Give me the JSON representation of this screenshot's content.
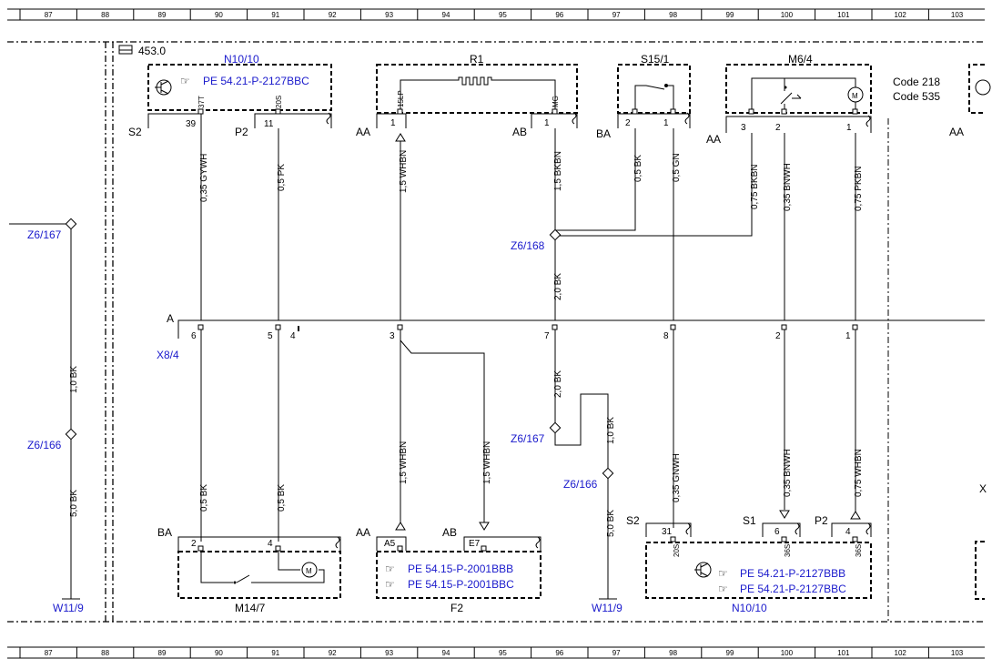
{
  "ruler": [
    "87",
    "88",
    "89",
    "90",
    "91",
    "92",
    "93",
    "94",
    "95",
    "96",
    "97",
    "98",
    "99",
    "100",
    "101",
    "102",
    "103"
  ],
  "sheet_ref": "453.0",
  "codes": [
    "Code 218",
    "Code 535"
  ],
  "refs": {
    "z6_167_left": "Z6/167",
    "z6_166_left": "Z6/166",
    "w11_9_left": "W11/9",
    "x8_4": "X8/4",
    "z6_168": "Z6/168",
    "z6_167_mid": "Z6/167",
    "z6_166_mid": "Z6/166",
    "w11_9_mid": "W11/9"
  },
  "components": {
    "n10_top": {
      "name": "N10/10",
      "link": "PE 54.21-P-2127BBC",
      "conn_s2": "S2",
      "conn_p2": "P2",
      "pin39": "39",
      "pin11": "11",
      "sig1": "37T",
      "sig2": "20S"
    },
    "r1": {
      "name": "R1",
      "conn_aa": "AA",
      "conn_ab": "AB",
      "pin1a": "1",
      "pin1b": "1",
      "sig1": "15LP",
      "sig2": "MG"
    },
    "s15": {
      "name": "S15/1",
      "conn": "BA",
      "pin2": "2",
      "pin1": "1"
    },
    "m6": {
      "name": "M6/4",
      "conn": "AA",
      "pin3": "3",
      "pin2": "2",
      "pin1": "1",
      "motor": "M"
    },
    "x8": {
      "conn_a": "A",
      "pins": [
        "6",
        "5",
        "4",
        "3",
        "7",
        "8",
        "2",
        "1"
      ]
    },
    "m14": {
      "name": "M14/7",
      "conn": "BA",
      "pin2": "2",
      "pin4": "4",
      "motor": "M"
    },
    "f2": {
      "name": "F2",
      "conn_aa": "AA",
      "conn_ab": "AB",
      "pin_a5": "A5",
      "pin_e7": "E7",
      "link1": "PE 54.15-P-2001BBB",
      "link2": "PE 54.15-P-2001BBC"
    },
    "n10_bot": {
      "name": "N10/10",
      "conn_s2": "S2",
      "conn_s1": "S1",
      "conn_p2": "P2",
      "pin31": "31",
      "pin6": "6",
      "pin4": "4",
      "sig1": "20S",
      "sig2": "36S",
      "sig3": "36S",
      "link1": "PE 54.21-P-2127BBB",
      "link2": "PE 54.21-P-2127BBC"
    },
    "right_edge": {
      "conn": "AA",
      "x_label": "X"
    }
  },
  "wires": {
    "w_gywh": "0,35 GYWH",
    "w_pk_top": "0,5 PK",
    "w_whbn_top": "1,5 WHBN",
    "w_bkbn": "1,5 BKBN",
    "w_bk_s15": "0,5 BK",
    "w_gn": "0,5 GN",
    "w_bkbn_m6": "0,75 BKBN",
    "w_bnwh_m6": "0,35 BNWH",
    "w_pkbn": "0,75 PKBN",
    "w_bk_mid": "2,0 BK",
    "w_bk_left1": "1,0 BK",
    "w_bk_left5": "5,0 BK",
    "w_bk_m14a": "0,5 BK",
    "w_bk_m14b": "0,5 BK",
    "w_whbn_f2a": "1,5 WHBN",
    "w_whbn_f2b": "1,5 WHBN",
    "w_bk_2_low": "2,0 BK",
    "w_bk_1_mid": "1,0 BK",
    "w_bk_5_mid": "5,0 BK",
    "w_gnwh": "0,35 GNWH",
    "w_bnwh_low": "0,35 BNWH",
    "w_whbn_low": "0,75 WHBN"
  }
}
